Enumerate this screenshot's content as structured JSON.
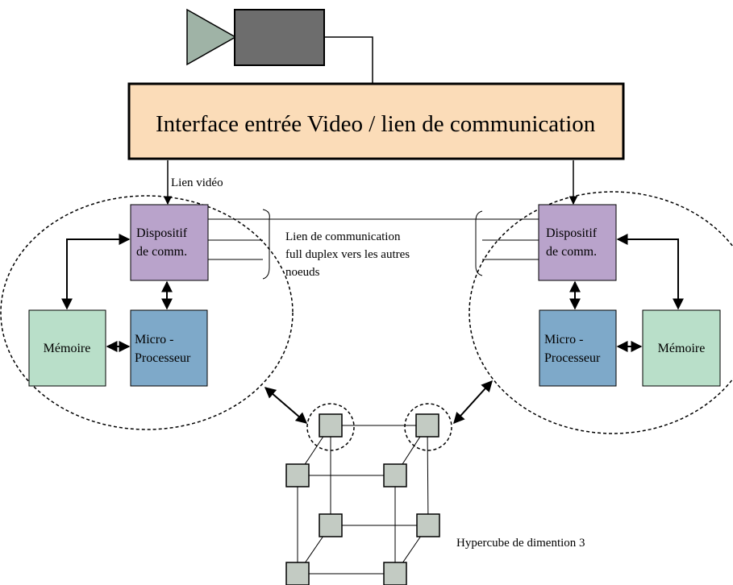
{
  "interface": {
    "title": "Interface entrée Video / lien de communication",
    "fill": "#fbdcb8"
  },
  "camera": {
    "body_fill": "#6d6d6d",
    "lens_fill": "#9fb3a6"
  },
  "video_link_label": "Lien vidéo",
  "comm_link_label": [
    "Lien de communication",
    "full duplex vers les autres",
    "noeuds"
  ],
  "left_node": {
    "comm_device": [
      "Dispositif",
      "de comm."
    ],
    "memory": "Mémoire",
    "processor": [
      "Micro -",
      "Processeur"
    ]
  },
  "right_node": {
    "comm_device": [
      "Dispositif",
      "de comm."
    ],
    "memory": "Mémoire",
    "processor": [
      "Micro -",
      "Processeur"
    ]
  },
  "hypercube_label": "Hypercube de dimention 3",
  "colors": {
    "comm_device": "#b9a3cb",
    "memory": "#b9dfc9",
    "processor": "#7ea9c9",
    "cube_node": "#c3cbc3"
  }
}
